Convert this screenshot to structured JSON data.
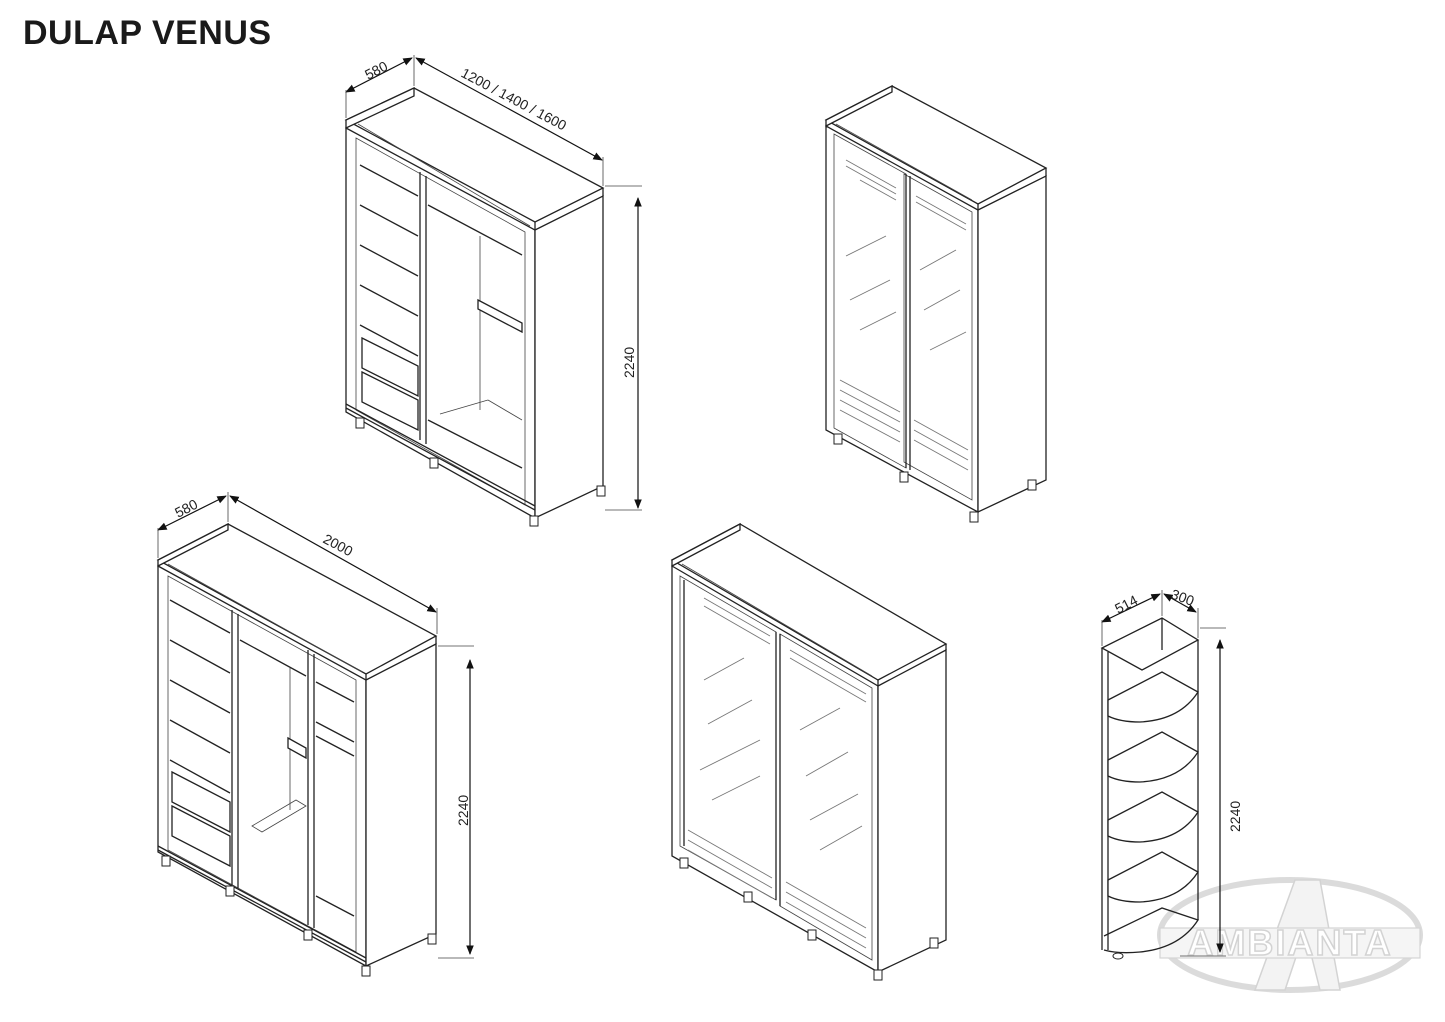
{
  "title": "DULAP VENUS",
  "drawings": [
    {
      "id": "wardrobe-open-small",
      "description": "2-door wardrobe, doors removed, shelves + drawers + hanging rail",
      "dimensions": {
        "depth": "580",
        "width": "1200 / 1400 / 1600",
        "height": "2240"
      }
    },
    {
      "id": "wardrobe-closed-small",
      "description": "2-door wardrobe with sliding mirror doors"
    },
    {
      "id": "wardrobe-open-large",
      "description": "3-section wardrobe, doors removed",
      "dimensions": {
        "depth": "580",
        "width": "2000",
        "height": "2240"
      }
    },
    {
      "id": "wardrobe-closed-large",
      "description": "Large wardrobe with 2 sliding mirror doors"
    },
    {
      "id": "corner-shelf",
      "description": "Corner open shelf unit with rounded shelves",
      "dimensions": {
        "width": "514",
        "depth": "300",
        "height": "2240"
      }
    }
  ],
  "watermark": {
    "text": "AMBIANTA",
    "letter": "A"
  }
}
